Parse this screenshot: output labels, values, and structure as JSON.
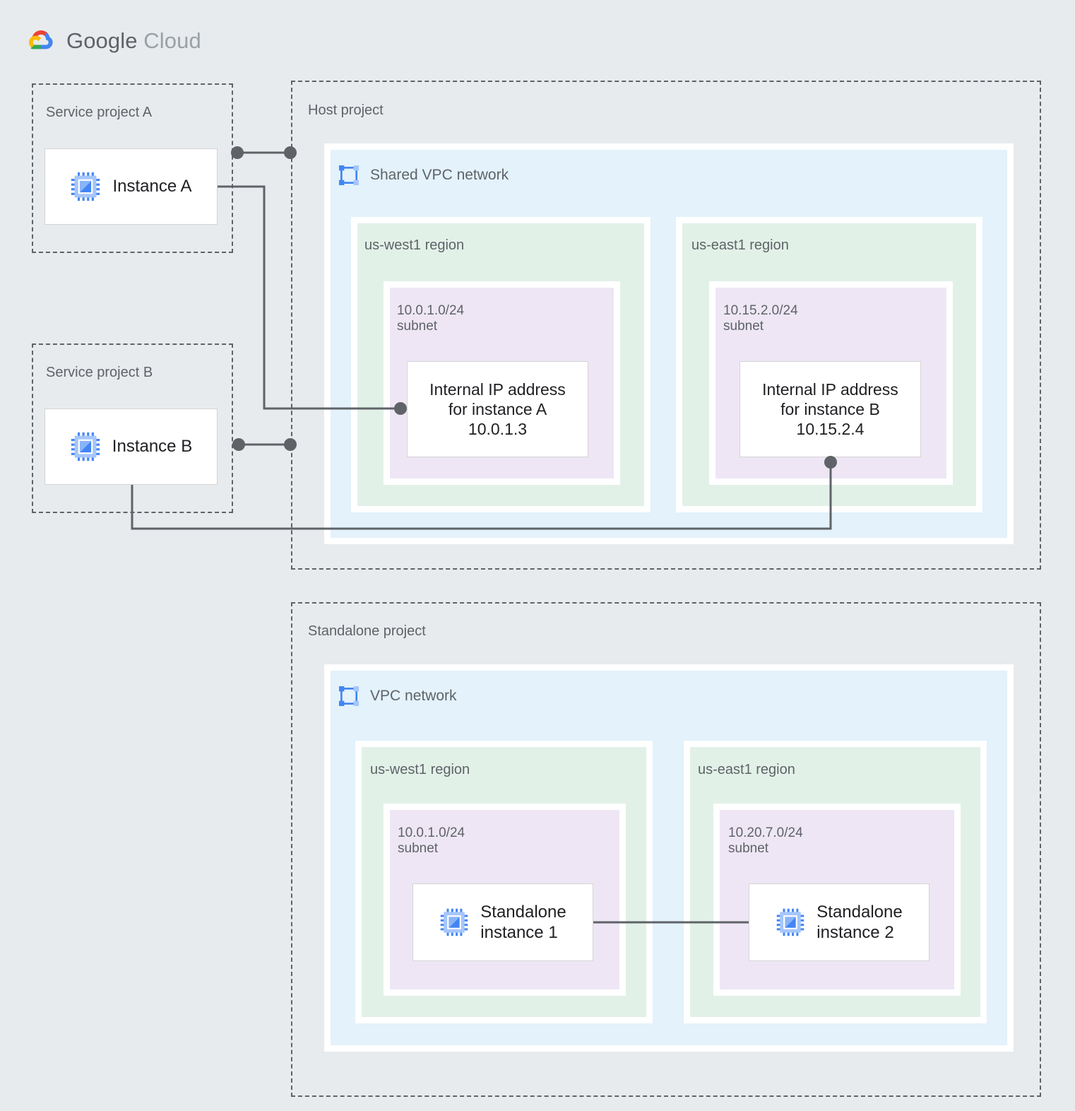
{
  "brand": {
    "name_primary": "Google",
    "name_secondary": "Cloud",
    "logo_icon": "google-cloud-logo-icon"
  },
  "colors": {
    "page_background": "#e8ebed",
    "vpc_fill": "#e3f2fb",
    "region_fill": "#e2f1e8",
    "subnet_fill": "#eee6f5",
    "card_fill": "#ffffff",
    "dashed_border": "#5f6368",
    "label_text": "#5f6368",
    "body_text": "#202124",
    "connector": "#5f6368",
    "icon_blue": "#4285f4",
    "icon_blue_light": "#a6c6fa"
  },
  "projects": [
    {
      "id": "service-project-a",
      "label": "Service project A",
      "instance": {
        "label": "Instance A",
        "icon": "cpu-chip-icon"
      }
    },
    {
      "id": "service-project-b",
      "label": "Service project B",
      "instance": {
        "label": "Instance B",
        "icon": "cpu-chip-icon"
      }
    },
    {
      "id": "host-project",
      "label": "Host project",
      "network": {
        "label": "Shared VPC network",
        "icon": "vpc-network-icon",
        "regions": [
          {
            "label": "us-west1 region",
            "subnet": {
              "cidr": "10.0.1.0/24",
              "kind": "subnet",
              "label": "10.0.1.0/24\nsubnet",
              "resource": {
                "type": "internal-ip",
                "line1": "Internal IP address",
                "line2": "for instance A",
                "line3": "10.0.1.3",
                "label": "Internal IP address\nfor instance A\n10.0.1.3"
              }
            }
          },
          {
            "label": "us-east1 region",
            "subnet": {
              "cidr": "10.15.2.0/24",
              "kind": "subnet",
              "label": "10.15.2.0/24\nsubnet",
              "resource": {
                "type": "internal-ip",
                "line1": "Internal IP address",
                "line2": "for instance B",
                "line3": "10.15.2.4",
                "label": "Internal IP address\nfor instance B\n10.15.2.4"
              }
            }
          }
        ]
      }
    },
    {
      "id": "standalone-project",
      "label": "Standalone project",
      "network": {
        "label": "VPC network",
        "icon": "vpc-network-icon",
        "regions": [
          {
            "label": "us-west1 region",
            "subnet": {
              "cidr": "10.0.1.0/24",
              "kind": "subnet",
              "label": "10.0.1.0/24\nsubnet",
              "resource": {
                "type": "instance",
                "icon": "cpu-chip-icon",
                "label": "Standalone\ninstance 1"
              }
            }
          },
          {
            "label": "us-east1 region",
            "subnet": {
              "cidr": "10.20.7.0/24",
              "kind": "subnet",
              "label": "10.20.7.0/24\nsubnet",
              "resource": {
                "type": "instance",
                "icon": "cpu-chip-icon",
                "label": "Standalone\ninstance 2"
              }
            }
          }
        ]
      }
    }
  ],
  "connectors": [
    {
      "id": "instance-a-to-host-boundary",
      "style": "dot-line-dot"
    },
    {
      "id": "instance-a-to-internal-ip-a",
      "style": "elbow-with-endpoint-dot"
    },
    {
      "id": "instance-b-to-host-boundary",
      "style": "dot-line-dot"
    },
    {
      "id": "instance-b-to-internal-ip-b",
      "style": "elbow-with-endpoint-dot"
    },
    {
      "id": "standalone-instance-1-to-2",
      "style": "straight-line"
    }
  ]
}
